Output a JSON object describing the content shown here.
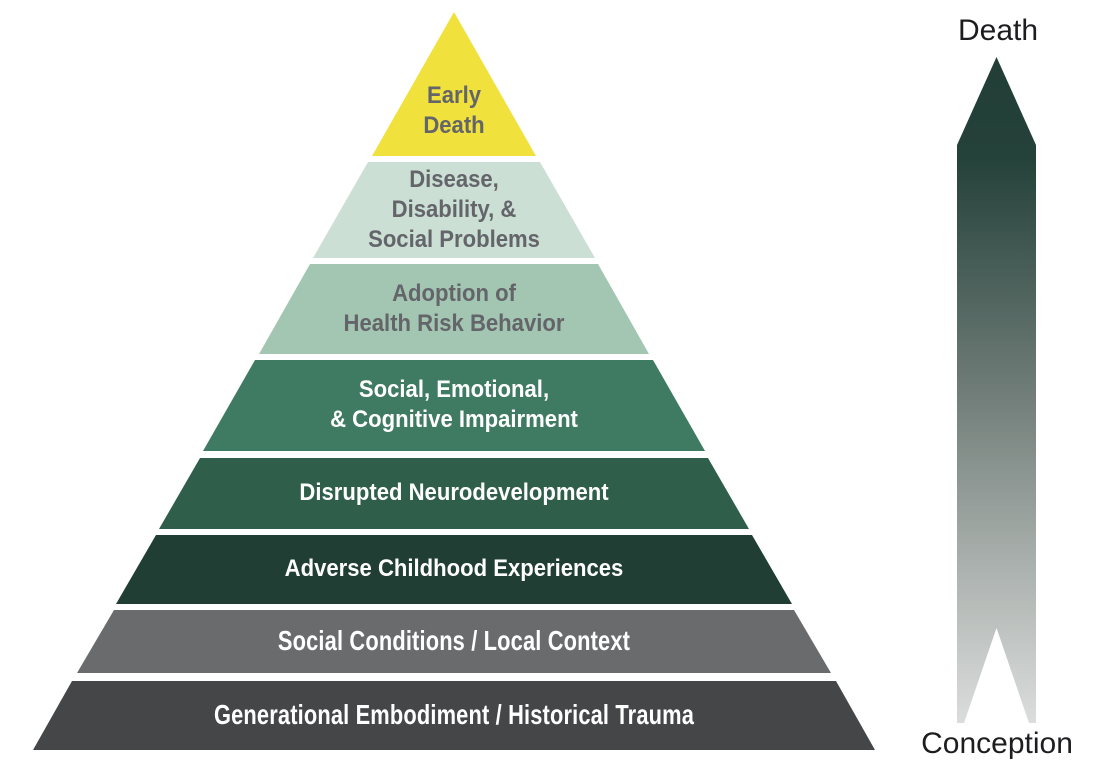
{
  "diagram": {
    "kind": "pyramid-diagram"
  },
  "pyramid": {
    "levels": [
      {
        "id": "early-death",
        "label": "Early Death",
        "lines": [
          "Early",
          "Death"
        ],
        "color": "#F0E13C",
        "text_color": "#64656A"
      },
      {
        "id": "disease-disability-social-problems",
        "label": "Disease, Disability, & Social Problems",
        "lines": [
          "Disease,",
          "Disability, &",
          "Social Problems"
        ],
        "color": "#CBDFD4",
        "text_color": "#64656A"
      },
      {
        "id": "adoption-of-health-risk-behavior",
        "label": "Adoption of Health Risk Behavior",
        "lines": [
          "Adoption of",
          "Health Risk Behavior"
        ],
        "color": "#A3C6B2",
        "text_color": "#64656A"
      },
      {
        "id": "social-emotional-cognitive-impairment",
        "label": "Social, Emotional, & Cognitive Impairment",
        "lines": [
          "Social, Emotional,",
          "& Cognitive Impairment"
        ],
        "color": "#3F7A63",
        "text_color": "#FFFFFF"
      },
      {
        "id": "disrupted-neurodevelopment",
        "label": "Disrupted Neurodevelopment",
        "lines": [
          "Disrupted Neurodevelopment"
        ],
        "color": "#2F5F4B",
        "text_color": "#FFFFFF"
      },
      {
        "id": "adverse-childhood-experiences",
        "label": "Adverse Childhood Experiences",
        "lines": [
          "Adverse Childhood Experiences"
        ],
        "color": "#203E34",
        "text_color": "#FFFFFF"
      },
      {
        "id": "social-conditions-local-context",
        "label": "Social Conditions / Local Context",
        "lines": [
          "Social Conditions / Local Context"
        ],
        "color": "#6A6B6D",
        "text_color": "#FFFFFF"
      },
      {
        "id": "generational-embodiment-historical-trauma",
        "label": "Generational Embodiment / Historical Trauma",
        "lines": [
          "Generational Embodiment / Historical Trauma"
        ],
        "color": "#454648",
        "text_color": "#FFFFFF"
      }
    ]
  },
  "timeline": {
    "top_label": "Death",
    "bottom_label": "Conception",
    "label_color": "#1D1D1F",
    "gradient": {
      "s0": "#223E36",
      "s15": "#24413A",
      "s50": "#6F7C77",
      "s78": "#AEB4B1",
      "s100": "#DBDDDC"
    }
  }
}
